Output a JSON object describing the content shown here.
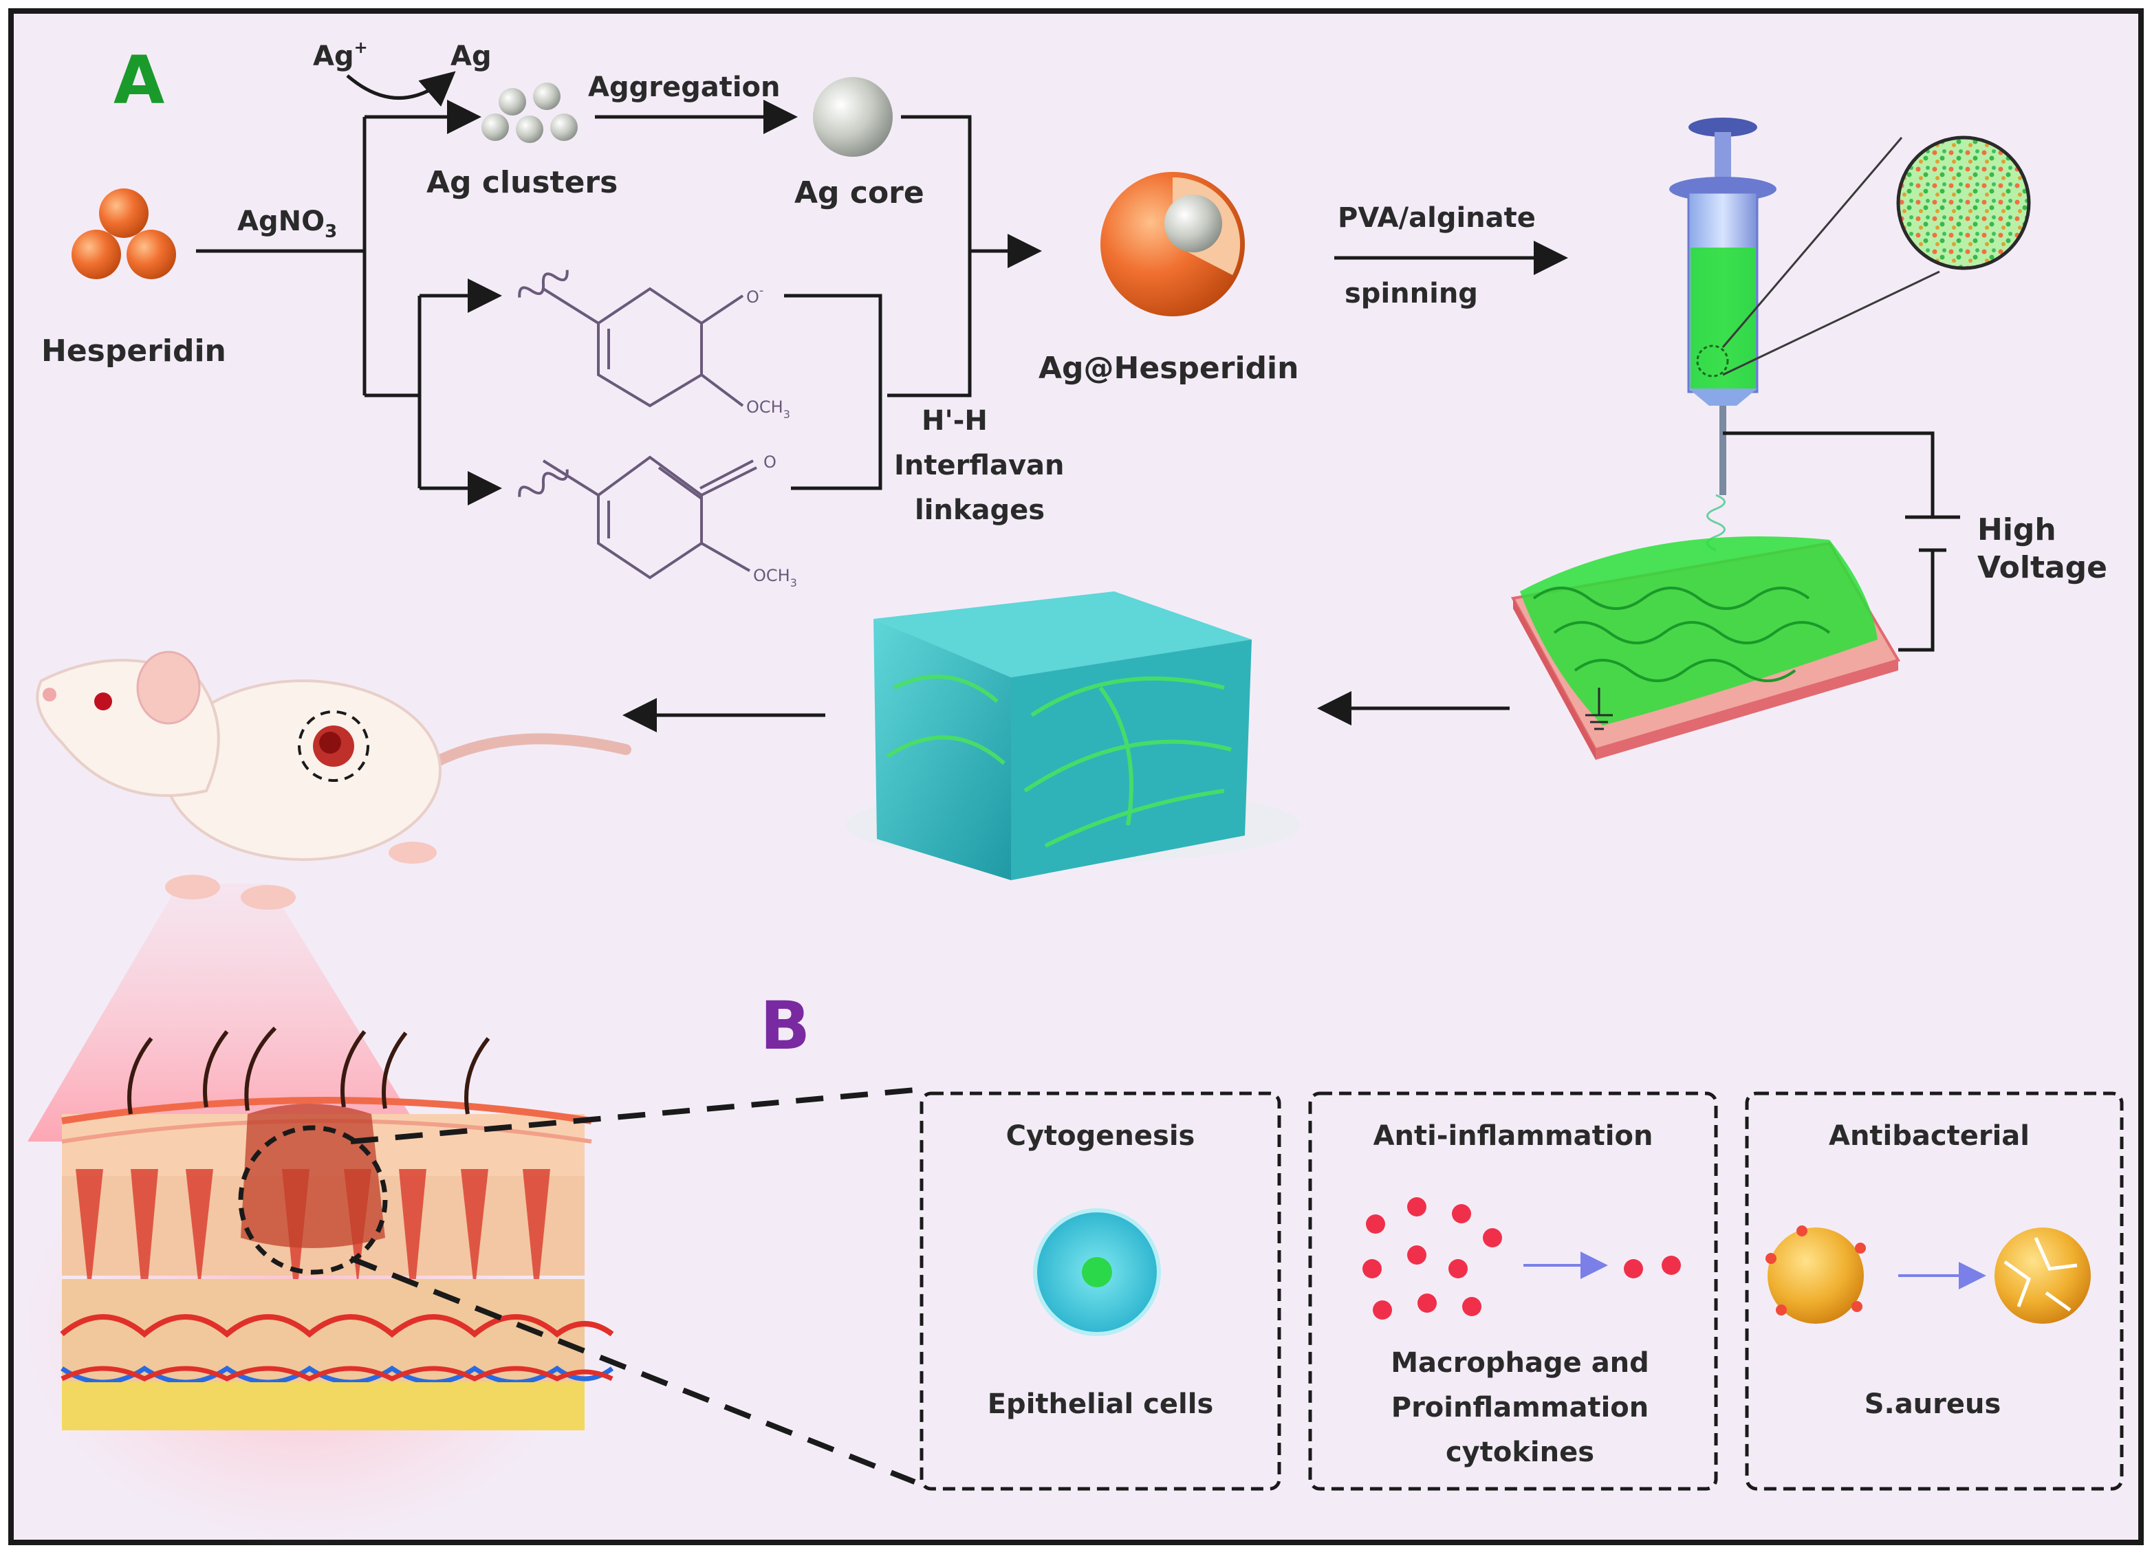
{
  "panels": {
    "a_letter": "A",
    "b_letter": "B"
  },
  "synthesis": {
    "hesperidin": "Hesperidin",
    "reagent_main": "AgNO",
    "reagent_sub": "3",
    "ag_ion": "Ag",
    "ag_ion_sup": "+",
    "ag_metal": "Ag",
    "aggregation": "Aggregation",
    "ag_clusters": "Ag clusters",
    "ag_core": "Ag core",
    "o_minus": "O",
    "o_minus_sup": "-",
    "carbonyl_o": "O",
    "methoxy_1": "OCH",
    "methoxy_1_sub": "3",
    "methoxy_2": "OCH",
    "methoxy_2_sub": "3",
    "linkage_line1": "H'-H",
    "linkage_line2": "Interflavan",
    "linkage_line3": "linkages",
    "product": "Ag@Hesperidin",
    "process_top": "PVA/alginate",
    "process_bottom": "spinning",
    "voltage_line1": "High",
    "voltage_line2": "Voltage"
  },
  "effects": [
    {
      "title": "Cytogenesis",
      "caption": [
        "Epithelial cells"
      ]
    },
    {
      "title": "Anti-inflammation",
      "caption": [
        "Macrophage and",
        "Proinflammation",
        "cytokines"
      ]
    },
    {
      "title": "Antibacterial",
      "caption": [
        "S.aureus"
      ]
    }
  ],
  "colors": {
    "panel_a_letter": "#1a9a2a",
    "panel_b_letter": "#7a2aa0",
    "background": "#f3ecf7",
    "hesperidin": "#f07030",
    "fiber": "#2adf3a",
    "hydrogel": "#2fb3b8",
    "skin_red": "#d83a2a",
    "bacteria": "#f0b030"
  }
}
